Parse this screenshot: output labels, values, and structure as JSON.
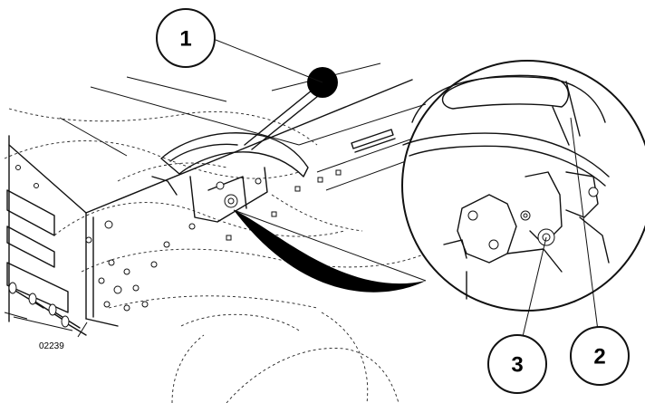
{
  "callouts": {
    "one": "1",
    "two": "2",
    "three": "3"
  },
  "figure_id": "02239",
  "colors": {
    "line": "#111111",
    "background": "#ffffff",
    "knob": "#000000"
  }
}
